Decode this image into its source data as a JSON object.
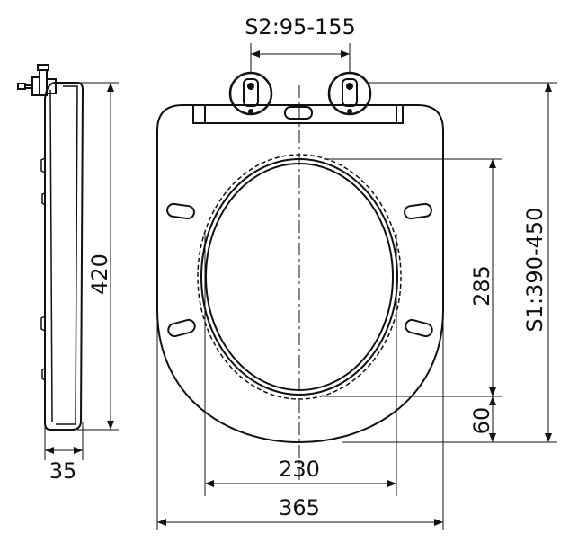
{
  "diagram": {
    "hinge_spacing_label": "S2:95-155",
    "seat_length_label": "S1:390-450",
    "inner_opening_length_label": "285",
    "front_offset_label": "60",
    "inner_opening_width_label": "230",
    "overall_width_label": "365",
    "side_height_label": "420",
    "thickness_label": "35"
  },
  "colors": {
    "line": "#111111",
    "background": "#ffffff"
  }
}
